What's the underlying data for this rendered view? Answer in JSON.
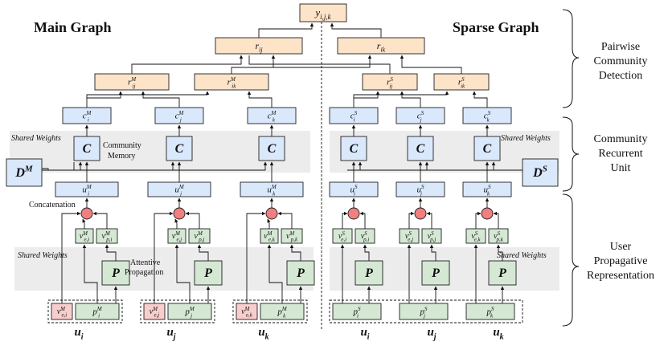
{
  "titles": {
    "main": "Main Graph",
    "sparse": "Sparse Graph"
  },
  "output": "y",
  "output_sub": "i,j,k",
  "pair_main": {
    "ij": "r",
    "ij_sub": "ij",
    "ik": "r",
    "ik_sub": "ik"
  },
  "pair_views": {
    "main_ij": {
      "base": "r",
      "sup": "M",
      "sub": "ij"
    },
    "main_ik": {
      "base": "r",
      "sup": "M",
      "sub": "ik"
    },
    "sparse_ij": {
      "base": "r",
      "sup": "S",
      "sub": "ij"
    },
    "sparse_ik": {
      "base": "r",
      "sup": "S",
      "sub": "ik"
    }
  },
  "community_main": {
    "base": "c",
    "sup": "M",
    "subs": [
      "i",
      "j",
      "k"
    ]
  },
  "community_sparse": {
    "base": "c",
    "sup": "S",
    "subs": [
      "i",
      "j",
      "k"
    ]
  },
  "memory_label": "C",
  "D_main": {
    "base": "D",
    "sup": "M"
  },
  "D_sparse": {
    "base": "D",
    "sup": "S"
  },
  "user_main": {
    "base": "u",
    "sup": "M",
    "subs": [
      "i",
      "j",
      "k"
    ]
  },
  "user_sparse": {
    "base": "u",
    "sup": "S",
    "subs": [
      "i",
      "j",
      "k"
    ]
  },
  "v_main": {
    "base": "v",
    "sup": "M",
    "e_subs": [
      "e,i",
      "e,j",
      "e,k"
    ],
    "p_subs": [
      "p,i",
      "p,j",
      "p,k"
    ]
  },
  "v_sparse": {
    "base": "v",
    "sup": "S",
    "e_subs": [
      "e,i",
      "e,j",
      "e,k"
    ],
    "p_subs": [
      "p,i",
      "p,j",
      "p,k"
    ]
  },
  "prop_label": "P",
  "inputs_main": {
    "ve": {
      "base": "v",
      "sup": "M",
      "subs": [
        "e,i",
        "e,j",
        "e,k"
      ]
    },
    "p": {
      "base": "p",
      "sup": "M",
      "subs": [
        "i",
        "j",
        "k"
      ]
    }
  },
  "inputs_sparse": {
    "p": {
      "base": "p",
      "sup": "S",
      "subs": [
        "i",
        "j",
        "k"
      ]
    }
  },
  "user_labels": {
    "base": "u",
    "subs": [
      "i",
      "j",
      "k"
    ]
  },
  "annotations": {
    "shared_weights": "Shared Weights",
    "community_memory_1": "Community",
    "community_memory_2": "Memory",
    "concatenation": "Concatenation",
    "attentive_1": "Attentive",
    "attentive_2": "Propagation"
  },
  "side_labels": {
    "pairwise": [
      "Pairwise",
      "Community",
      "Detection"
    ],
    "cru": [
      "Community",
      "Recurrent",
      "Unit"
    ],
    "upr": [
      "User",
      "Propagative",
      "Representation"
    ]
  },
  "colors": {
    "blue": "#dae8fc",
    "orange": "#fde3c8",
    "green": "#d5e8d4",
    "red": "#f8cecc",
    "node": "#f08080",
    "shade": "#ececec"
  }
}
